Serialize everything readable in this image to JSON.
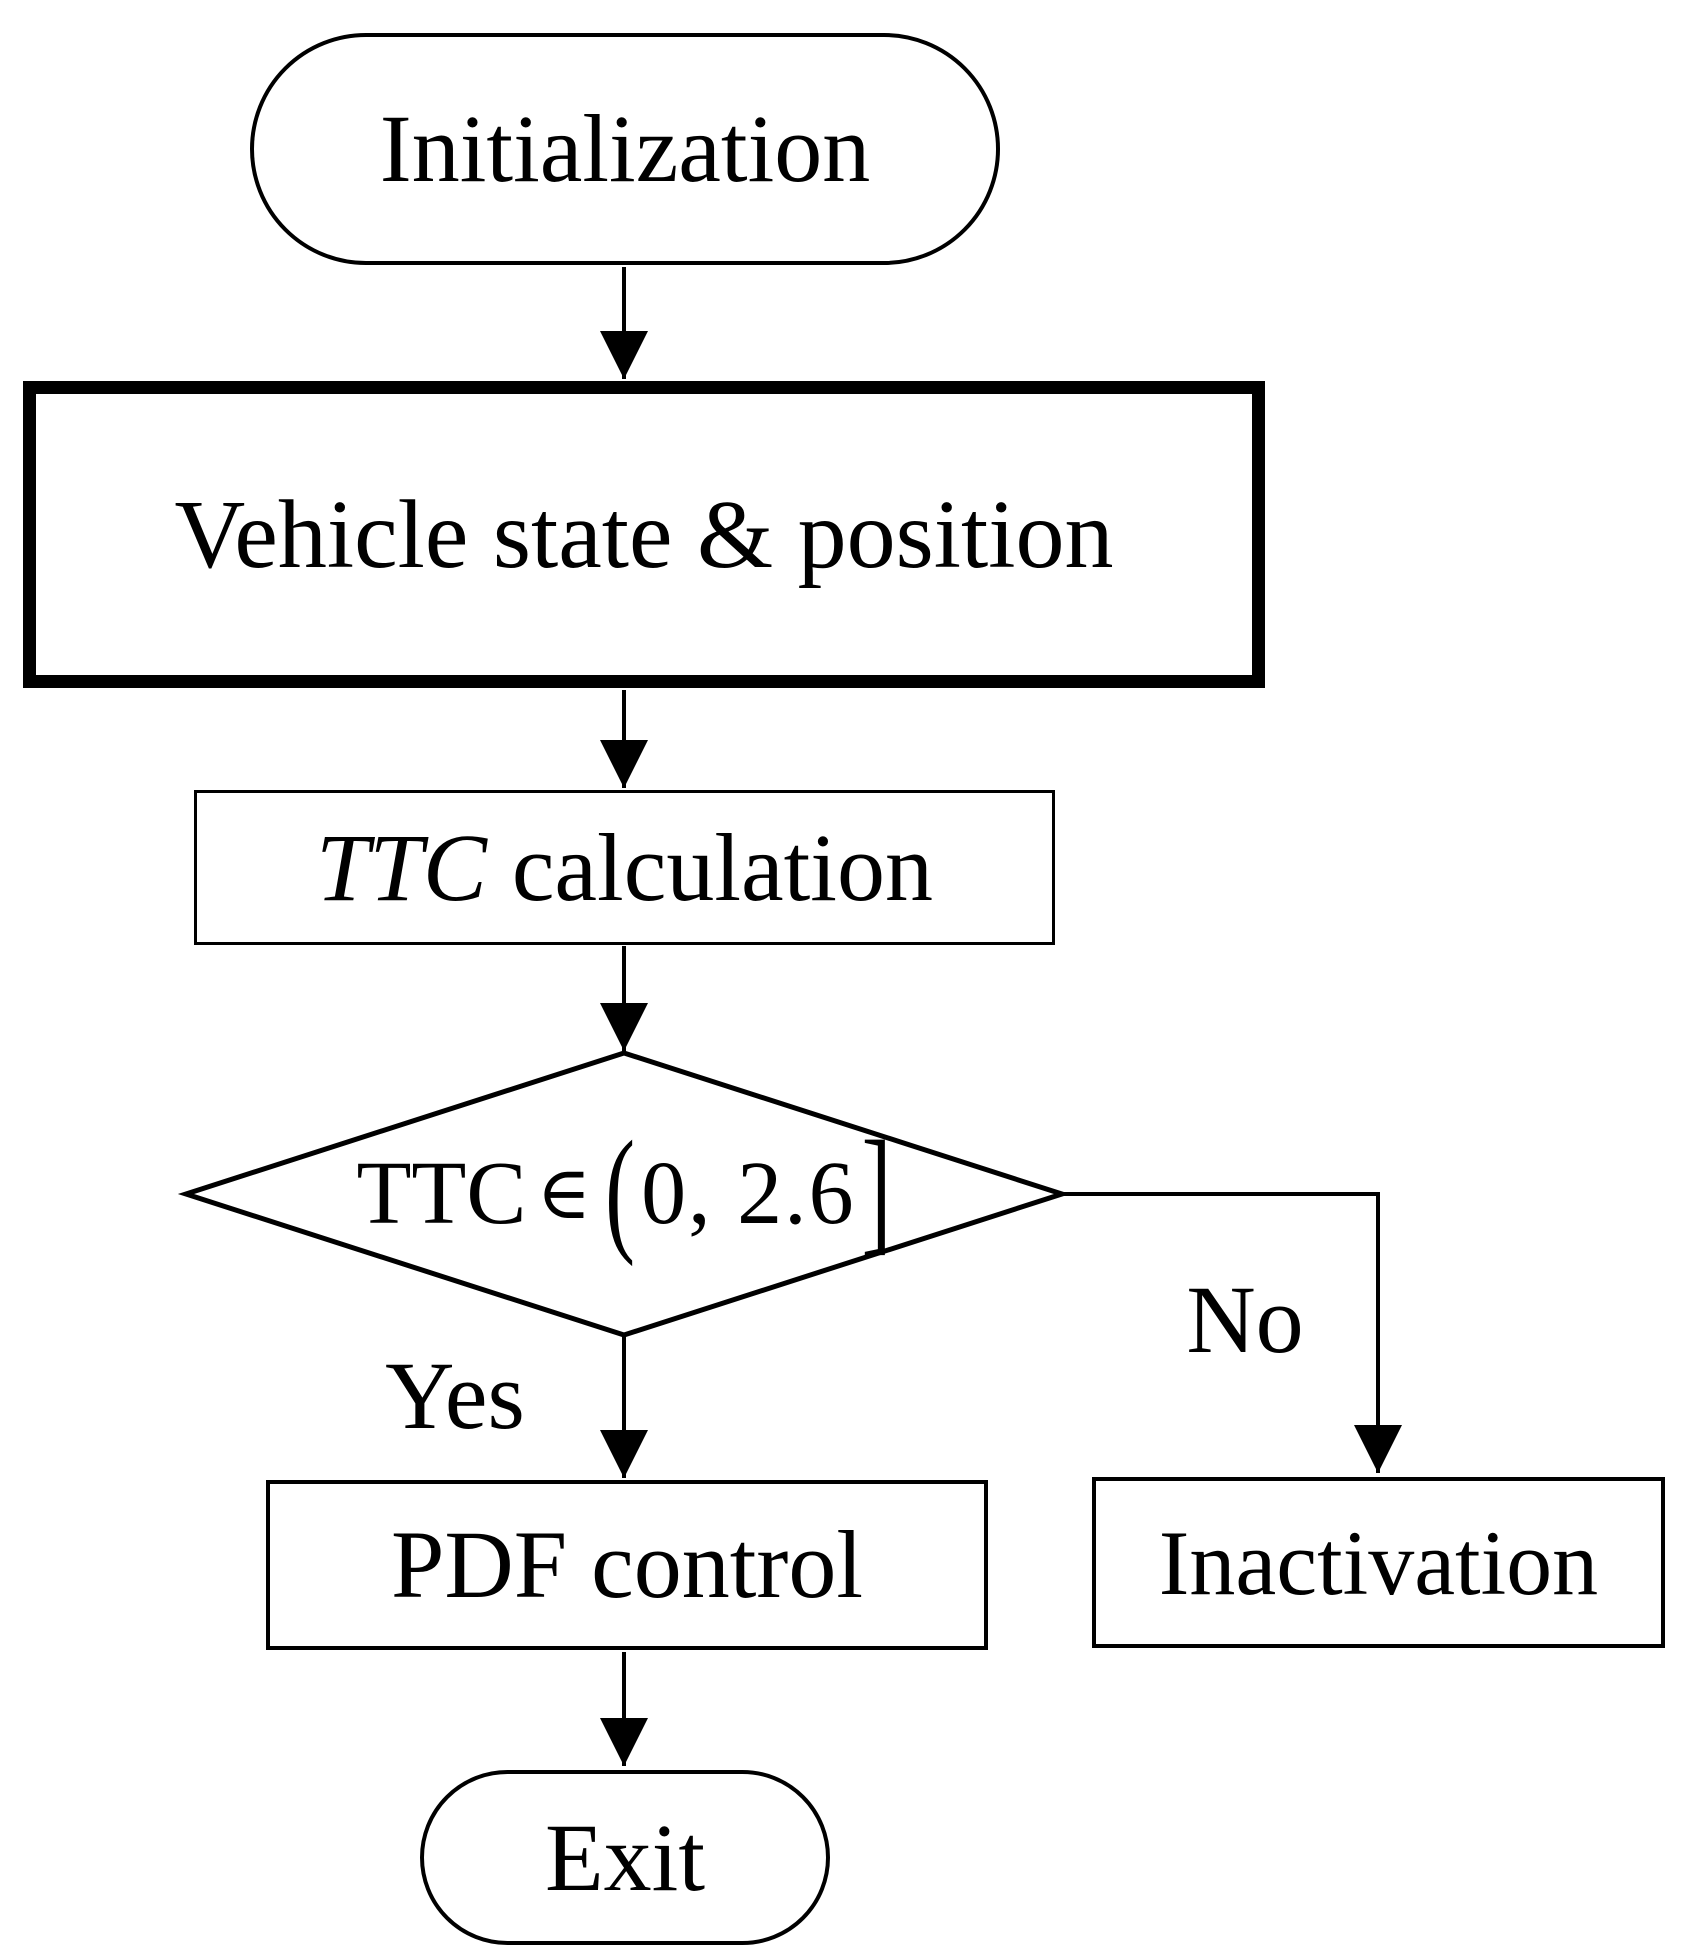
{
  "flowchart": {
    "nodes": {
      "start": {
        "label": "Initialization",
        "shape": "terminator"
      },
      "vehicle": {
        "label": "Vehicle state & position",
        "shape": "process-bold"
      },
      "ttc": {
        "label_italic": "TTC",
        "label_rest": "calculation",
        "shape": "process"
      },
      "decision": {
        "ttc": "TTC",
        "in_symbol": "∈",
        "open_paren": "(",
        "interval": "0, 2.6",
        "close_bracket": "]",
        "shape": "decision"
      },
      "pdf": {
        "label": "PDF control",
        "shape": "process"
      },
      "inactivation": {
        "label": "Inactivation",
        "shape": "process"
      },
      "exit": {
        "label": "Exit",
        "shape": "terminator"
      }
    },
    "edges": {
      "yes_label": "Yes",
      "no_label": "No"
    },
    "colors": {
      "stroke": "#000000",
      "background": "#ffffff",
      "text": "#000000"
    }
  }
}
